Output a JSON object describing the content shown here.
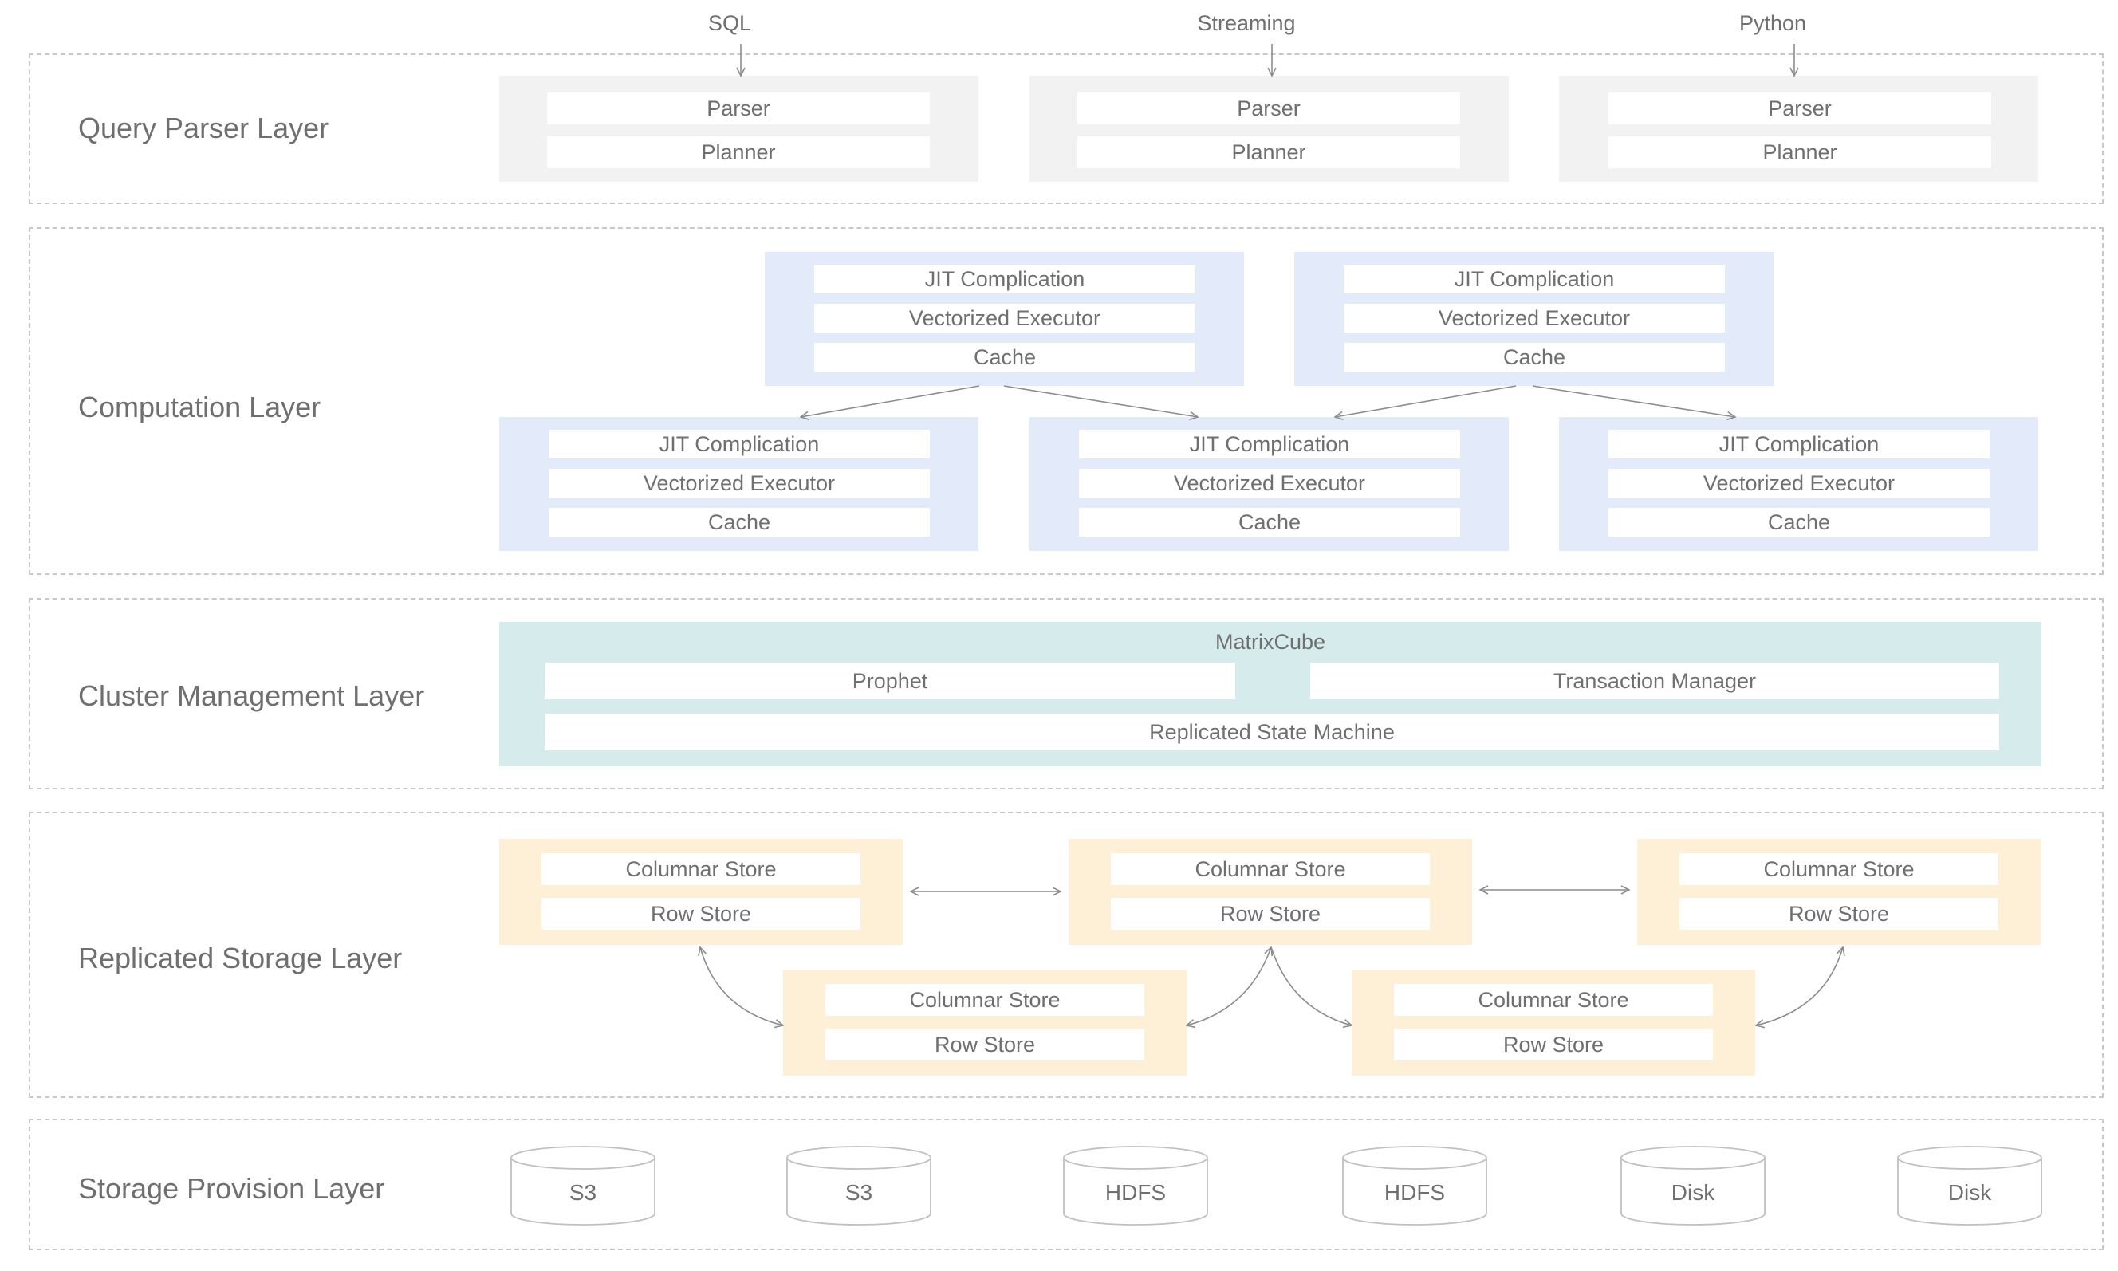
{
  "inputs": [
    "SQL",
    "Streaming",
    "Python"
  ],
  "layers": {
    "query_parser": "Query Parser Layer",
    "computation": "Computation Layer",
    "cluster_management": "Cluster Management Layer",
    "replicated_storage": "Replicated Storage Layer",
    "storage_provision": "Storage Provision Layer"
  },
  "parser_box": {
    "parser": "Parser",
    "planner": "Planner"
  },
  "compute_box": {
    "jit": "JIT Complication",
    "executor": "Vectorized Executor",
    "cache": "Cache"
  },
  "cluster": {
    "title": "MatrixCube",
    "prophet": "Prophet",
    "transaction_manager": "Transaction Manager",
    "state_machine": "Replicated State Machine"
  },
  "store_box": {
    "columnar": "Columnar Store",
    "row": "Row Store"
  },
  "storage_devices": [
    "S3",
    "S3",
    "HDFS",
    "HDFS",
    "Disk",
    "Disk"
  ],
  "colors": {
    "parser_fill": "#f2f2f2",
    "compute_fill": "#e3ebfb",
    "cluster_fill": "#d6ecec",
    "storage_fill": "#fdf0d6",
    "border": "#c8c8c8",
    "text": "#6f6f6f"
  }
}
